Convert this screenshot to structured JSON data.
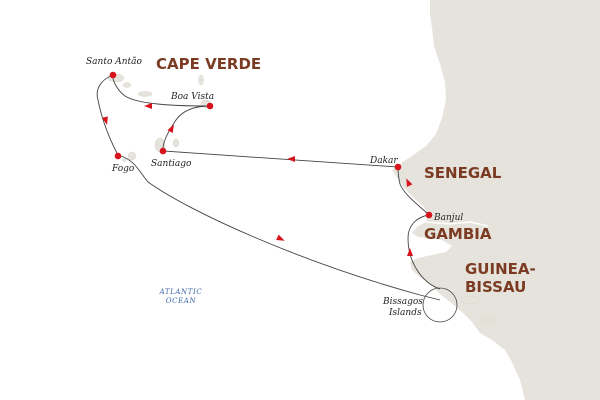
{
  "map": {
    "countries": {
      "cape_verde": "CAPE VERDE",
      "senegal": "SENEGAL",
      "gambia": "GAMBIA",
      "guinea_bissau_line1": "GUINEA-",
      "guinea_bissau_line2": "BISSAU"
    },
    "places": {
      "santo_antao": "Santo Antão",
      "boa_vista": "Boa Vista",
      "santiago": "Santiago",
      "fogo": "Fogo",
      "dakar": "Dakar",
      "banjul": "Banjul",
      "bissagos_line1": "Bissagos",
      "bissagos_line2": "Islands"
    },
    "ocean": {
      "line1": "ATLANTIC",
      "line2": "OCEAN"
    },
    "colors": {
      "land": "#e6e3dc",
      "route": "#444444",
      "stop_marker": "#d7141c",
      "country_label": "#7a3b22",
      "ocean_label": "#3c67a8"
    }
  }
}
